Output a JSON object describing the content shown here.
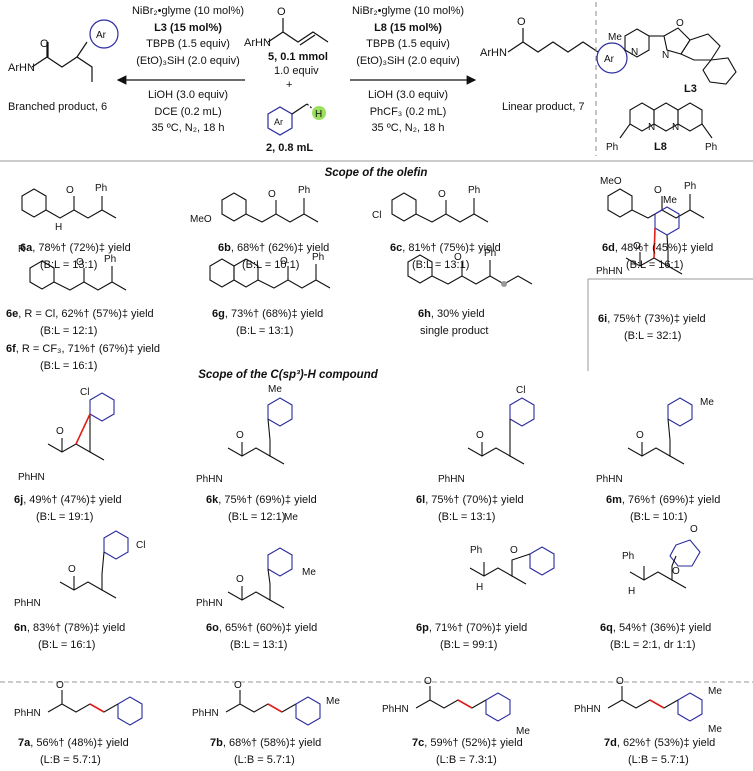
{
  "header": {
    "left_conditions": [
      "NiBr₂•glyme (10 mol%)",
      "L3 (15 mol%)",
      "TBPB (1.5 equiv)",
      "(EtO)₃SiH (2.0 equiv)",
      "LiOH (3.0 equiv)",
      "DCE (0.2 mL)",
      "35 ºC, N₂, 18 h"
    ],
    "right_conditions": [
      "NiBr₂•glyme (10 mol%)",
      "L8 (15 mol%)",
      "TBPB (1.5 equiv)",
      "(EtO)₃SiH (2.0 equiv)",
      "LiOH (3.0 equiv)",
      "PhCF₃ (0.2 mL)",
      "35 ºC, N₂, 18 h"
    ],
    "reagent5_label": "5, 0.1 mmol",
    "reagent5_equiv": "1.0 equiv",
    "reagent2_label": "2, 0.8 mL",
    "branched_label": "Branched product, 6",
    "linear_label": "Linear product, 7",
    "ligand_l3": "L3",
    "ligand_l8": "L8",
    "arhn": "ArHN",
    "ar": "Ar",
    "h": "H",
    "me": "Me",
    "n": "N",
    "o": "O",
    "ph": "Ph",
    "plus": "+"
  },
  "sections": {
    "olefin": "Scope of the olefin",
    "csp3": "Scope of the C(sp³)-H compound"
  },
  "compounds_olefin": [
    {
      "id": "6a",
      "yield": ", 78%† (72%)‡ yield",
      "ratio": "(B:L = 13:1)"
    },
    {
      "id": "6b",
      "yield": ", 68%† (62%)‡ yield",
      "ratio": "(B:L = 10:1)"
    },
    {
      "id": "6c",
      "yield": ", 81%† (75%)‡ yield",
      "ratio": "(B:L = 13:1)"
    },
    {
      "id": "6d",
      "yield": ", 48%† (45%)‡ yield",
      "ratio": "(B:L = 16:1)"
    },
    {
      "id": "6e",
      "yield": ", R = Cl, 62%† (57%)‡ yield",
      "ratio": "(B:L = 12:1)"
    },
    {
      "id": "6f",
      "yield": ", R = CF₃, 71%† (67%)‡ yield",
      "ratio": "(B:L = 16:1)"
    },
    {
      "id": "6g",
      "yield": ", 73%† (68%)‡ yield",
      "ratio": "(B:L = 13:1)"
    },
    {
      "id": "6h",
      "yield": ", 30% yield",
      "ratio": "single product"
    },
    {
      "id": "6i",
      "yield": ", 75%† (73%)‡ yield",
      "ratio": "(B:L = 32:1)"
    }
  ],
  "compounds_csp3": [
    {
      "id": "6j",
      "yield": ", 49%† (47%)‡ yield",
      "ratio": "(B:L = 19:1)"
    },
    {
      "id": "6k",
      "yield": ", 75%† (69%)‡ yield",
      "ratio": "(B:L = 12:1)"
    },
    {
      "id": "6l",
      "yield": ", 75%† (70%)‡ yield",
      "ratio": "(B:L = 13:1)"
    },
    {
      "id": "6m",
      "yield": ", 76%† (69%)‡ yield",
      "ratio": "(B:L = 10:1)"
    },
    {
      "id": "6n",
      "yield": ", 83%† (78%)‡ yield",
      "ratio": "(B:L = 16:1)"
    },
    {
      "id": "6o",
      "yield": ", 65%† (60%)‡ yield",
      "ratio": "(B:L = 13:1)"
    },
    {
      "id": "6p",
      "yield": ", 71%† (70%)‡ yield",
      "ratio": "(B:L = 99:1)"
    },
    {
      "id": "6q",
      "yield": ", 54%† (36%)‡ yield",
      "ratio": "(B:L = 2:1, dr 1:1)"
    }
  ],
  "compounds_linear": [
    {
      "id": "7a",
      "yield": ", 56%† (48%)‡ yield",
      "ratio": "(L:B = 5.7:1)"
    },
    {
      "id": "7b",
      "yield": ", 68%† (58%)‡ yield",
      "ratio": "(L:B = 5.7:1)"
    },
    {
      "id": "7c",
      "yield": ", 59%† (52%)‡ yield",
      "ratio": "(L:B = 7.3:1)"
    },
    {
      "id": "7d",
      "yield": ", 62%† (53%)‡ yield",
      "ratio": "(L:B = 5.7:1)"
    }
  ],
  "substituents": {
    "meo": "MeO",
    "cl": "Cl",
    "r": "R",
    "phhn": "PhHN",
    "ph_n": "Ph",
    "h_n": "H"
  },
  "colors": {
    "ring": "#2b2b9e",
    "red_bond": "#e0201a",
    "line": "#111111",
    "highlight": "#9be05c"
  }
}
